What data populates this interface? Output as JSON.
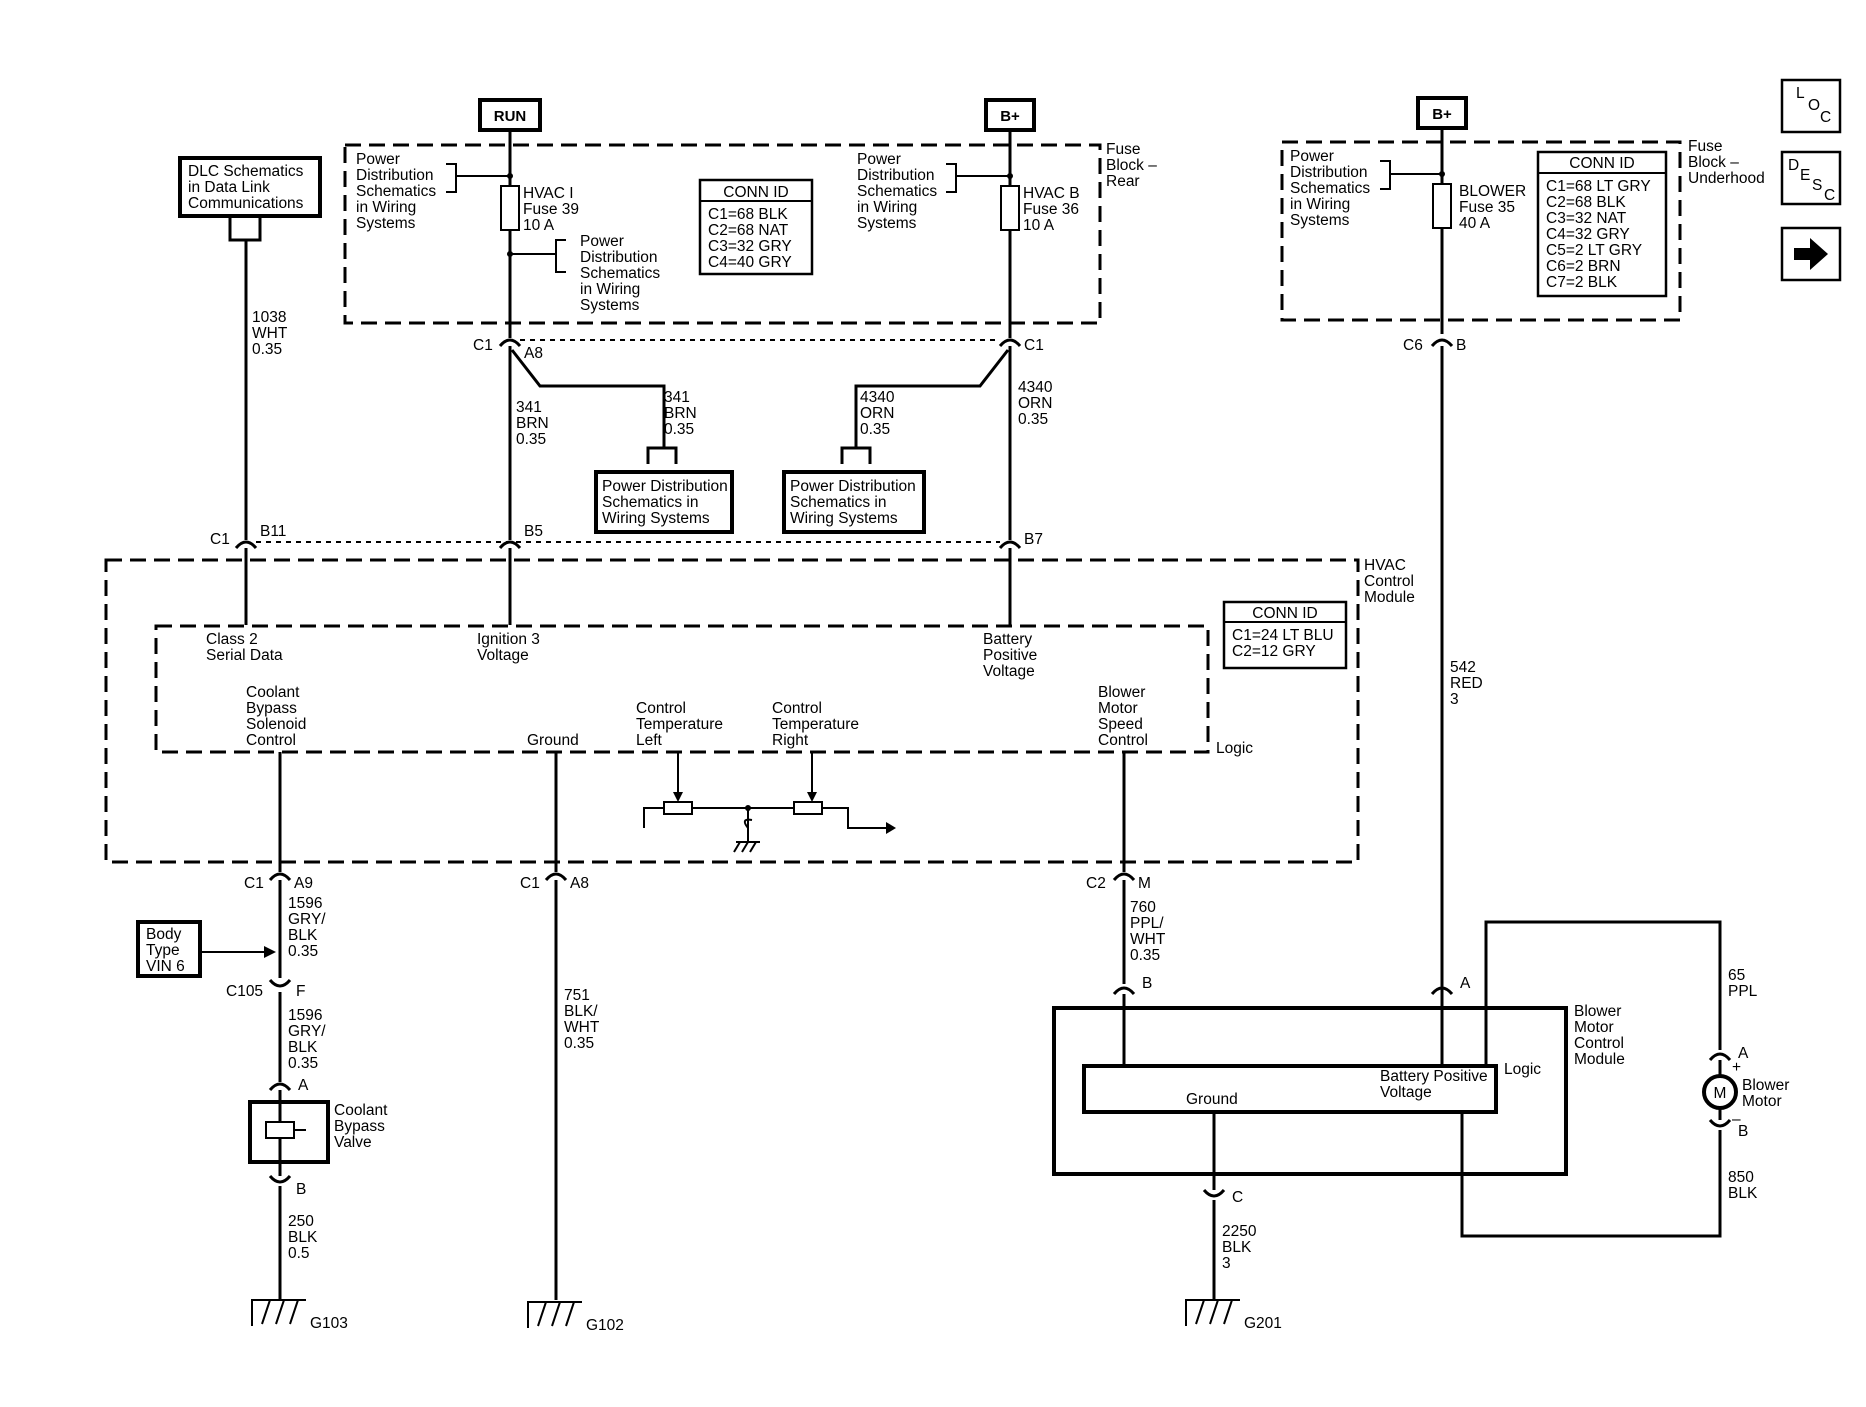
{
  "power_sources": {
    "run": "RUN",
    "bplus_rear": "B+",
    "bplus_underhood": "B+"
  },
  "navigation": {
    "loc": [
      "L",
      "O",
      "C"
    ],
    "desc": [
      "D",
      "E",
      "S",
      "C"
    ]
  },
  "fuse_block_rear": {
    "label": [
      "Fuse",
      "Block –",
      "Rear"
    ],
    "pd_left": [
      "Power",
      "Distribution",
      "Schematics",
      "in Wiring",
      "Systems"
    ],
    "pd_mid": [
      "Power",
      "Distribution",
      "Schematics",
      "in Wiring",
      "Systems"
    ],
    "pd_right": [
      "Power",
      "Distribution",
      "Schematics",
      "in Wiring",
      "Systems"
    ],
    "fuse_hvac_i": [
      "HVAC I",
      "Fuse 39",
      "10 A"
    ],
    "fuse_hvac_b": [
      "HVAC B",
      "Fuse 36",
      "10 A"
    ],
    "conn_id": {
      "title": "CONN ID",
      "rows": [
        "C1=68 BLK",
        "C2=68 NAT",
        "C3=32 GRY",
        "C4=40 GRY"
      ]
    }
  },
  "fuse_block_underhood": {
    "label": [
      "Fuse",
      "Block –",
      "Underhood"
    ],
    "pd": [
      "Power",
      "Distribution",
      "Schematics",
      "in Wiring",
      "Systems"
    ],
    "fuse_blower": [
      "BLOWER",
      "Fuse 35",
      "40 A"
    ],
    "conn_id": {
      "title": "CONN ID",
      "rows": [
        "C1=68 LT GRY",
        "C2=68 BLK",
        "C3=32 NAT",
        "C4=32 GRY",
        "C5=2 LT GRY",
        "C6=2 BRN",
        "C7=2 BLK"
      ]
    }
  },
  "dlc_box": [
    "DLC Schematics",
    "in Data Link",
    "Communications"
  ],
  "pd_box_left": [
    "Power Distribution",
    "Schematics in",
    "Wiring Systems"
  ],
  "pd_box_right": [
    "Power Distribution",
    "Schematics in",
    "Wiring Systems"
  ],
  "connectors": {
    "c1_a8_top": [
      "C1",
      "A8"
    ],
    "c1_right_top": "C1",
    "c6_b": [
      "C6",
      "B"
    ],
    "c1_b11": [
      "C1",
      "B11"
    ],
    "b5": "B5",
    "b7": "B7",
    "c1_a9": [
      "C1",
      "A9"
    ],
    "c1_a8_bottom": [
      "C1",
      "A8"
    ],
    "c2_m": [
      "C2",
      "M"
    ],
    "c105_f": [
      "C105",
      "F"
    ],
    "valve_a": "A",
    "valve_b": "B",
    "bmcm_b": "B",
    "bmcm_a": "A",
    "bmcm_c": "C",
    "motor_a": "A",
    "motor_b": "B"
  },
  "wires": {
    "w1038": [
      "1038",
      "WHT",
      "0.35"
    ],
    "w341_main": [
      "341",
      "BRN",
      "0.35"
    ],
    "w341_branch": [
      "341",
      "BRN",
      "0.35"
    ],
    "w4340_branch": [
      "4340",
      "ORN",
      "0.35"
    ],
    "w4340_main": [
      "4340",
      "ORN",
      "0.35"
    ],
    "w542": [
      "542",
      "RED",
      "3"
    ],
    "w1596_upper": [
      "1596",
      "GRY/",
      "BLK",
      "0.35"
    ],
    "w1596_lower": [
      "1596",
      "GRY/",
      "BLK",
      "0.35"
    ],
    "w250": [
      "250",
      "BLK",
      "0.5"
    ],
    "w751": [
      "751",
      "BLK/",
      "WHT",
      "0.35"
    ],
    "w760": [
      "760",
      "PPL/",
      "WHT",
      "0.35"
    ],
    "w65": [
      "65",
      "PPL"
    ],
    "w850": [
      "850",
      "BLK"
    ],
    "w2250": [
      "2250",
      "BLK",
      "3"
    ]
  },
  "hvac_module": {
    "label": [
      "HVAC",
      "Control",
      "Module"
    ],
    "logic": "Logic",
    "conn_id": {
      "title": "CONN ID",
      "rows": [
        "C1=24 LT BLU",
        "C2=12 GRY"
      ]
    },
    "class2": [
      "Class 2",
      "Serial Data"
    ],
    "ign3": [
      "Ignition 3",
      "Voltage"
    ],
    "batt": [
      "Battery",
      "Positive",
      "Voltage"
    ],
    "coolant": [
      "Coolant",
      "Bypass",
      "Solenoid",
      "Control"
    ],
    "ground": "Ground",
    "temp_left": [
      "Control",
      "Temperature",
      "Left"
    ],
    "temp_right": [
      "Control",
      "Temperature",
      "Right"
    ],
    "blower_ctrl": [
      "Blower",
      "Motor",
      "Speed",
      "Control"
    ]
  },
  "body_type": [
    "Body",
    "Type",
    "VIN 6"
  ],
  "coolant_valve": [
    "Coolant",
    "Bypass",
    "Valve"
  ],
  "bmcm": {
    "label": [
      "Blower",
      "Motor",
      "Control",
      "Module"
    ],
    "logic": "Logic",
    "batt": [
      "Battery Positive",
      "Voltage"
    ],
    "ground": "Ground"
  },
  "blower_motor": {
    "label": [
      "Blower",
      "Motor"
    ],
    "symbol": "M",
    "plus": "+",
    "minus": "–"
  },
  "grounds": {
    "g103": "G103",
    "g102": "G102",
    "g201": "G201"
  }
}
